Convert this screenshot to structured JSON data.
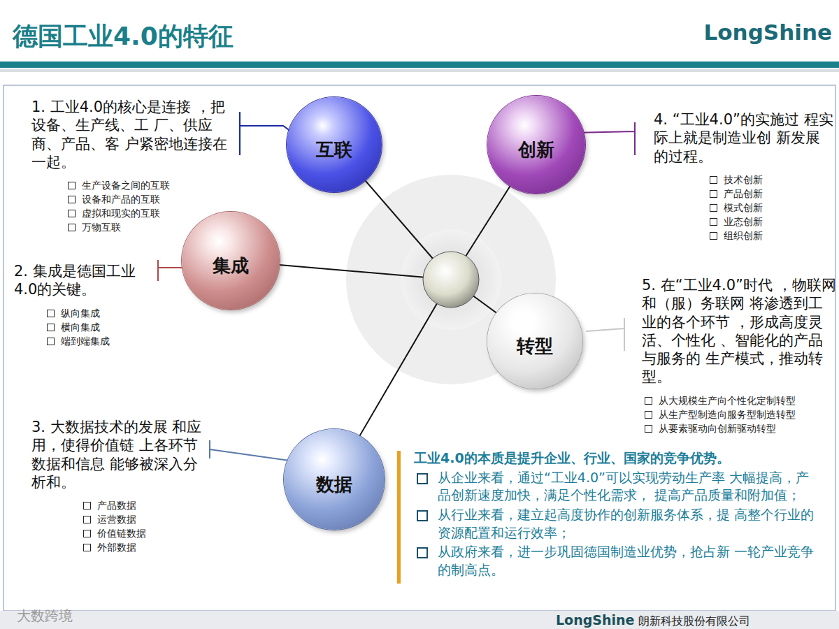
{
  "diagram": {
    "title": "德国工业4.0的特征",
    "nodes": [
      {
        "text": [
          "互联"
        ]
      },
      {
        "text": [
          "创新"
        ]
      },
      {
        "text": [
          "集成"
        ]
      },
      {
        "text": [
          "转型"
        ]
      },
      {
        "text": [
          "数据"
        ]
      }
    ],
    "labels": [
      "LongShine",
      "1. 工业4.0的核心是连接 ，把设备、生产线、工 厂、供应商、产品、客 户紧密地连接在一起。",
      "生产设备之间的互联",
      "设备和产品的互联",
      "虚拟和现实的互联",
      "万物互联",
      "2. 集成是德国工业 4.0的关键。",
      "纵向集成",
      "横向集成",
      "端到端集成",
      "3. 大数据技术的发展 和应用，使得价值链 上各环节数据和信息 能够被深入分析和。",
      "产品数据",
      "运营数据",
      "价值链数据",
      "外部数据",
      "4. “工业4.0”的实施过 程实际上就是制造业创 新发展的过程。",
      "技术创新",
      "产品创新",
      "模式创新",
      "业态创新",
      "组织创新",
      "5. 在“工业4.0”时代 ，物联网和（服）务联网 将渗透到工业的各个环节 ，形成高度灵活、个性化 、智能化的产品与服务的 生产模式，推动转型。",
      "从大规模生产向个性化定制转型",
      "从生产型制造向服务型制造转型",
      "从要素驱动向创新驱动转型",
      "工业4.0的本质是提升企业、行业、国家的竞争优势。",
      "从企业来看，通过“工业4.0”可以实现劳动生产率 大幅提高，产品创新速度加快，满足个性化需求， 提高产品质量和附加值；",
      "从行业来看，建立起高度协作的创新服务体系，提 高整个行业的资源配置和运行效率；",
      "从政府来看，进一步巩固德国制造业优势，抢占新 一轮产业竞争的制高点。",
      "LongShine",
      "朗新科技股份有限公司",
      "大数跨境"
    ]
  }
}
